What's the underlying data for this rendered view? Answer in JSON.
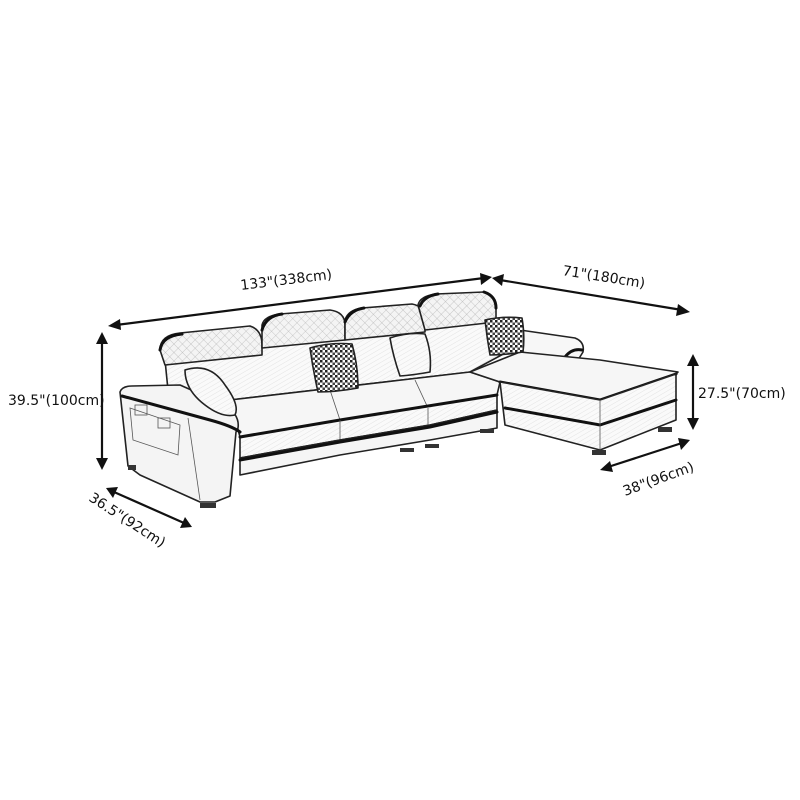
{
  "diagram": {
    "subject": "L-shaped sectional sofa with right-facing chaise",
    "dimensions": {
      "total_length": "133\"(338cm)",
      "chaise_length": "71\"(180cm)",
      "overall_height": "39.5\"(100cm)",
      "chaise_height": "27.5\"(70cm)",
      "seat_depth": "36.5\"(92cm)",
      "chaise_depth": "38\"(96cm)"
    },
    "colors": {
      "line": "#222222",
      "background": "#ffffff"
    }
  }
}
